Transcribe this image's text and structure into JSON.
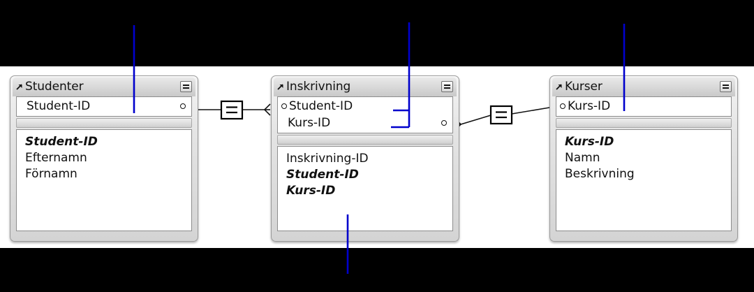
{
  "app": {
    "kind": "database-relationships-diagram",
    "background_color": "#000000",
    "canvas_color": "#ffffff",
    "annotation_color": "#0000cc"
  },
  "tables": [
    {
      "id": "studenter",
      "title": "Studenter",
      "title_arrow_icon": "arrow-up-right-icon",
      "menu_icon": "list-menu-icon",
      "key_fields": [
        {
          "label": "Student-ID",
          "bullet_left": false,
          "bullet_right": true
        }
      ],
      "fields": [
        {
          "label": "Student-ID",
          "is_key": true
        },
        {
          "label": "Efternamn",
          "is_key": false
        },
        {
          "label": "Förnamn",
          "is_key": false
        }
      ]
    },
    {
      "id": "inskrivning",
      "title": "Inskrivning",
      "title_arrow_icon": "arrow-up-right-icon",
      "menu_icon": "list-menu-icon",
      "key_fields": [
        {
          "label": "Student-ID",
          "bullet_left": true,
          "bullet_right": false
        },
        {
          "label": "Kurs-ID",
          "bullet_left": false,
          "bullet_right": true
        }
      ],
      "fields": [
        {
          "label": "Inskrivning-ID",
          "is_key": false
        },
        {
          "label": "Student-ID",
          "is_key": true
        },
        {
          "label": "Kurs-ID",
          "is_key": true
        }
      ]
    },
    {
      "id": "kurser",
      "title": "Kurser",
      "title_arrow_icon": "arrow-up-right-icon",
      "menu_icon": "list-menu-icon",
      "key_fields": [
        {
          "label": "Kurs-ID",
          "bullet_left": true,
          "bullet_right": false
        }
      ],
      "fields": [
        {
          "label": "Kurs-ID",
          "is_key": true
        },
        {
          "label": "Namn",
          "is_key": false
        },
        {
          "label": "Beskrivning",
          "is_key": false
        }
      ]
    }
  ],
  "relationships": [
    {
      "id": "studenter-inskrivning",
      "from": "studenter",
      "to": "inskrivning",
      "operator": "=",
      "left_cardinality": "one",
      "right_cardinality": "many"
    },
    {
      "id": "inskrivning-kurser",
      "from": "inskrivning",
      "to": "kurser",
      "operator": "=",
      "left_cardinality": "many",
      "right_cardinality": "one"
    }
  ],
  "annotations": [
    {
      "id": "annot-studenter-key",
      "shape": "vertical-line"
    },
    {
      "id": "annot-inskrivning-keys",
      "shape": "vertical-line-with-two-branches"
    },
    {
      "id": "annot-kurser-key",
      "shape": "vertical-line"
    },
    {
      "id": "annot-inskrivning-fields",
      "shape": "vertical-line"
    }
  ]
}
